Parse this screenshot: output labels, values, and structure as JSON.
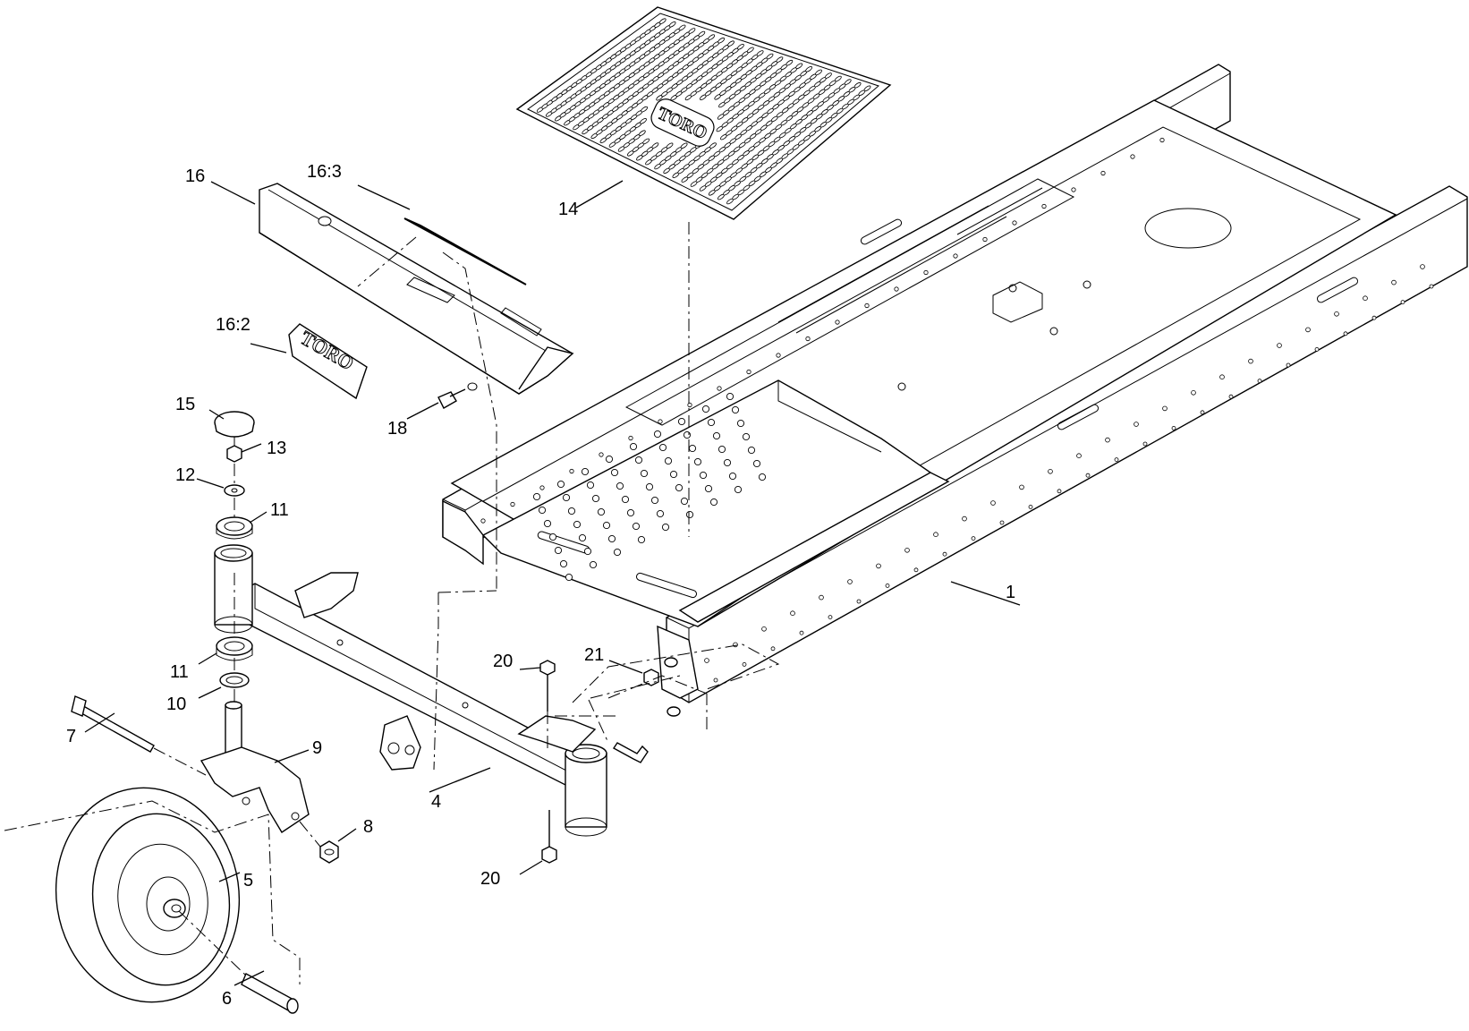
{
  "diagram": {
    "brand": "TORO",
    "callouts": [
      {
        "id": "c1",
        "label": "1"
      },
      {
        "id": "c4",
        "label": "4"
      },
      {
        "id": "c5",
        "label": "5"
      },
      {
        "id": "c6",
        "label": "6"
      },
      {
        "id": "c7",
        "label": "7"
      },
      {
        "id": "c8",
        "label": "8"
      },
      {
        "id": "c9",
        "label": "9"
      },
      {
        "id": "c10",
        "label": "10"
      },
      {
        "id": "c11a",
        "label": "11"
      },
      {
        "id": "c11b",
        "label": "11"
      },
      {
        "id": "c12",
        "label": "12"
      },
      {
        "id": "c13",
        "label": "13"
      },
      {
        "id": "c14",
        "label": "14"
      },
      {
        "id": "c15",
        "label": "15"
      },
      {
        "id": "c16",
        "label": "16"
      },
      {
        "id": "c162",
        "label": "16:2"
      },
      {
        "id": "c163",
        "label": "16:3"
      },
      {
        "id": "c18",
        "label": "18"
      },
      {
        "id": "c20a",
        "label": "20"
      },
      {
        "id": "c20b",
        "label": "20"
      },
      {
        "id": "c21",
        "label": "21"
      }
    ]
  }
}
